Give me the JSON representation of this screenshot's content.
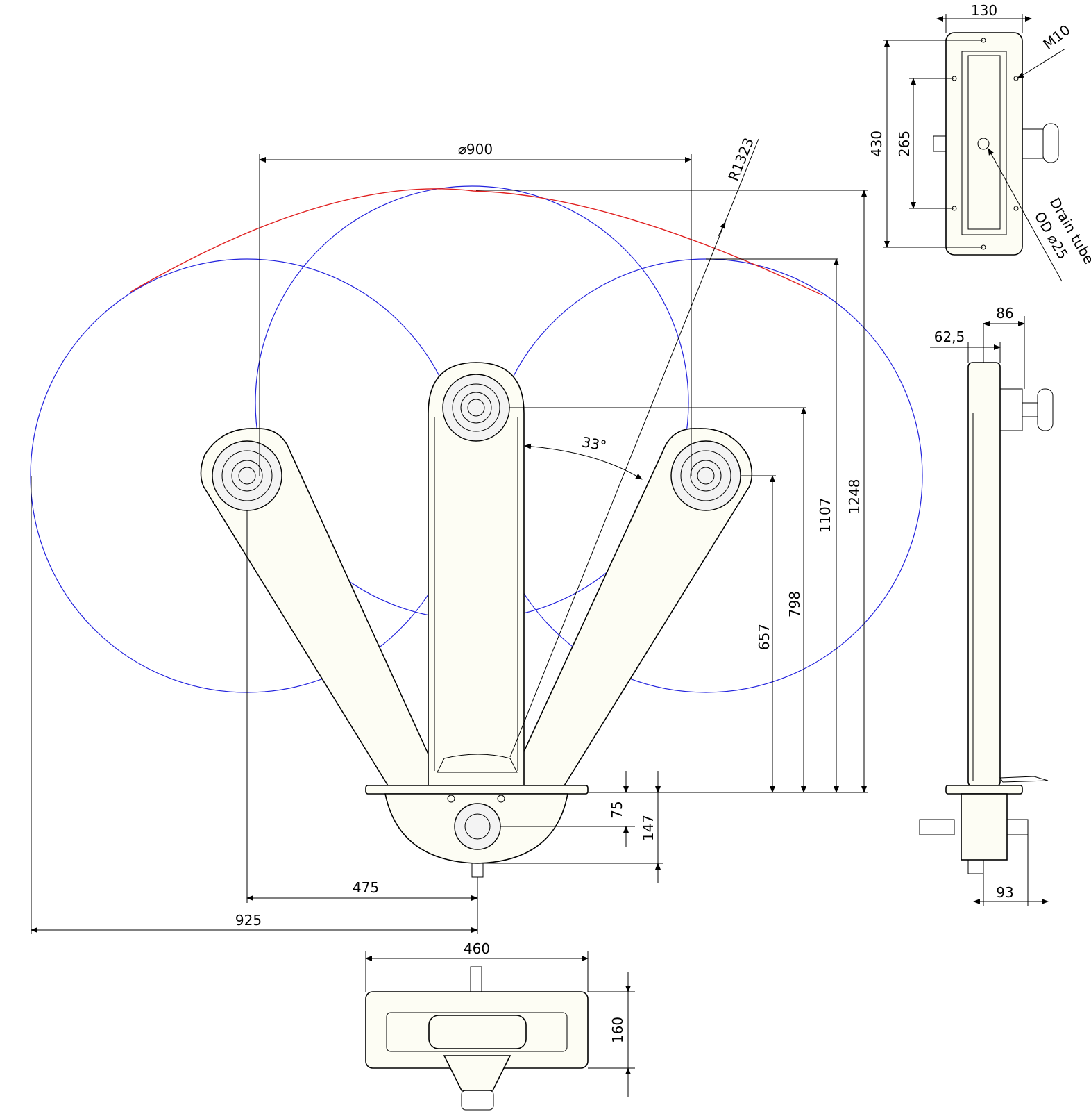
{
  "drawing": {
    "colors": {
      "reach_circles": "#2222dd",
      "envelope": "#e02020",
      "part_fill": "#fdfdf4",
      "line": "#000000"
    },
    "front_view": {
      "dimensions": {
        "diameter_900": "900",
        "radius": "R1323",
        "angle": "33°",
        "h_1248": "1248",
        "h_1107": "1107",
        "h_798": "798",
        "h_657": "657",
        "h_75": "75",
        "h_147": "147",
        "w_475": "475",
        "w_925": "925"
      }
    },
    "bottom_view": {
      "dimensions": {
        "width": "460",
        "height": "160"
      }
    },
    "top_right_view": {
      "dimensions": {
        "width": "130",
        "height": "430",
        "hole_spacing": "265"
      },
      "labels": {
        "thread": "M10",
        "drain_line1": "Drain tube",
        "drain_line2": "OD ⌀25"
      }
    },
    "side_view": {
      "dimensions": {
        "w_86": "86",
        "w_62_5": "62,5",
        "w_93": "93"
      }
    }
  }
}
